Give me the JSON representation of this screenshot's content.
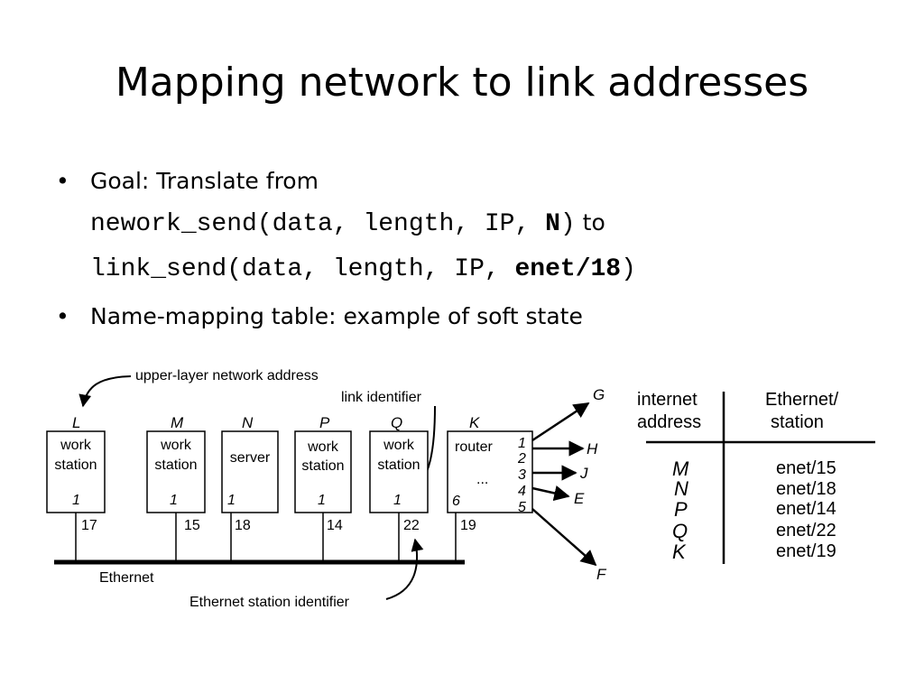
{
  "title": "Mapping network to link addresses",
  "bullets": {
    "b1_text": "Goal: Translate from",
    "b1_line2_code": "nework_send(data, length, IP, ",
    "b1_line2_bold": "N",
    "b1_line2_close": ")",
    "b1_line2_tail": " to",
    "b1_line3_code": "link_send(data, length, IP, ",
    "b1_line3_bold": "enet/18",
    "b1_line3_close": ")",
    "b2_text": "Name-mapping table: example of soft state"
  },
  "diagram": {
    "label_upper": "upper-layer network address",
    "label_link": "link identifier",
    "label_station": "Ethernet station identifier",
    "label_ethernet": "Ethernet",
    "nodes": [
      {
        "letter": "L",
        "line1": "work",
        "line2": "station",
        "link": "1",
        "station": "17"
      },
      {
        "letter": "M",
        "line1": "work",
        "line2": "station",
        "link": "1",
        "station": "15"
      },
      {
        "letter": "N",
        "line1": "server",
        "line2": "",
        "link": "1",
        "station": "18"
      },
      {
        "letter": "P",
        "line1": "work",
        "line2": "station",
        "link": "1",
        "station": "14"
      },
      {
        "letter": "Q",
        "line1": "work",
        "line2": "station",
        "link": "1",
        "station": "22"
      }
    ],
    "router": {
      "letter": "K",
      "label": "router",
      "dots": "...",
      "link6": "6",
      "station": "19",
      "ports": [
        "1",
        "2",
        "3",
        "4",
        "5"
      ]
    },
    "destinations": [
      "G",
      "H",
      "J",
      "E",
      "F"
    ]
  },
  "table": {
    "header_left_1": "internet",
    "header_left_2": "address",
    "header_right_1": "Ethernet/",
    "header_right_2": "station",
    "rows": [
      {
        "addr": "M",
        "station": "enet/15"
      },
      {
        "addr": "N",
        "station": "enet/18"
      },
      {
        "addr": "P",
        "station": "enet/14"
      },
      {
        "addr": "Q",
        "station": "enet/22"
      },
      {
        "addr": "K",
        "station": "enet/19"
      }
    ]
  }
}
